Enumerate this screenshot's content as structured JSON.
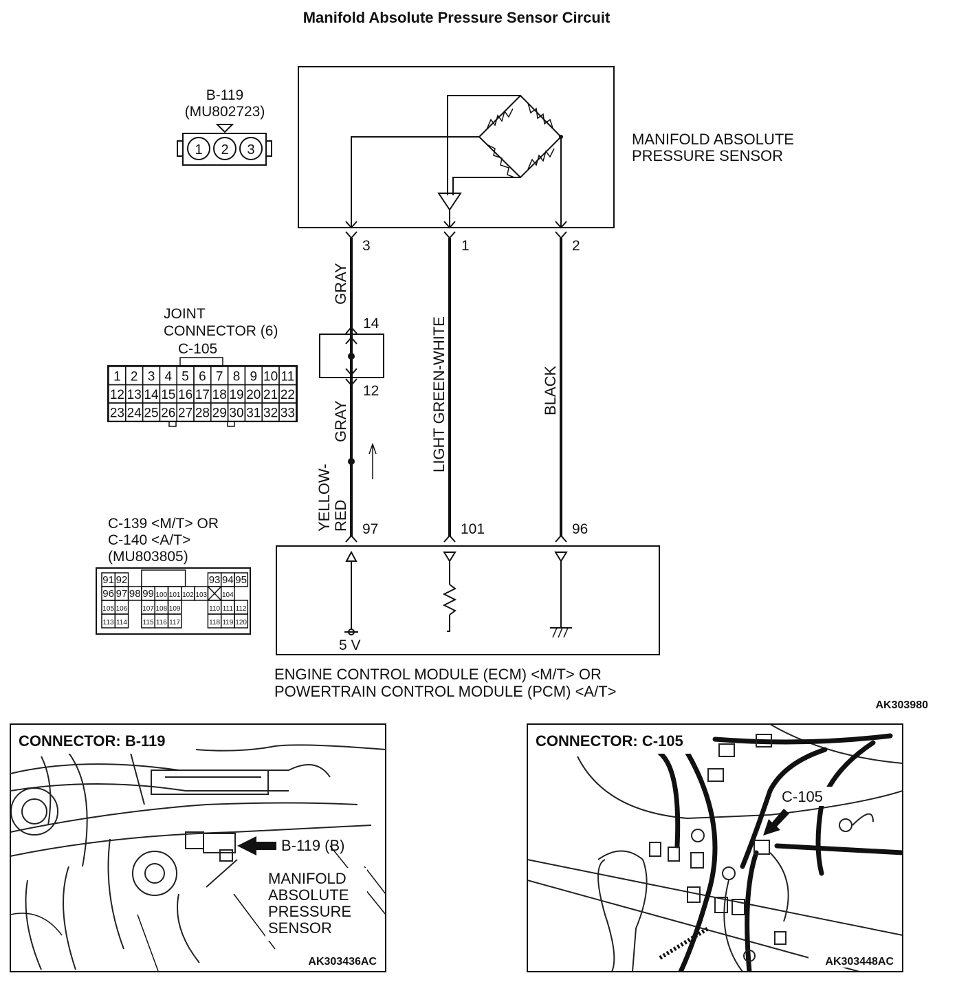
{
  "title": "Manifold Absolute Pressure Sensor Circuit",
  "sensor": {
    "connector_id": "B-119",
    "part_no": "(MU802723)",
    "pins": [
      "1",
      "2",
      "3"
    ],
    "label_line1": "MANIFOLD ABSOLUTE",
    "label_line2": "PRESSURE SENSOR",
    "terminals": [
      "3",
      "1",
      "2"
    ]
  },
  "joint_connector": {
    "line1": "JOINT",
    "line2": "CONNECTOR (6)",
    "id": "C-105",
    "rows": [
      [
        "1",
        "2",
        "3",
        "4",
        "5",
        "6",
        "7",
        "8",
        "9",
        "10",
        "11"
      ],
      [
        "12",
        "13",
        "14",
        "15",
        "16",
        "17",
        "18",
        "19",
        "20",
        "21",
        "22"
      ],
      [
        "23",
        "24",
        "25",
        "26",
        "27",
        "28",
        "29",
        "30",
        "31",
        "32",
        "33"
      ]
    ],
    "pin_top": "14",
    "pin_bottom": "12"
  },
  "wires": {
    "gray_upper": "GRAY",
    "gray_lower": "GRAY",
    "light_green_white": "LIGHT GREEN-WHITE",
    "black": "BLACK",
    "yellow": "YELLOW-",
    "red": "RED"
  },
  "ecm_connector": {
    "line1": "C-139 <M/T> OR",
    "line2": "C-140 <A/T>",
    "line3": "(MU803805)",
    "row1": [
      "91",
      "92",
      "93",
      "94",
      "95"
    ],
    "row2": [
      "96",
      "97",
      "98",
      "99",
      "100",
      "101",
      "102",
      "103",
      "104"
    ],
    "row3": [
      "105",
      "106",
      "107",
      "108",
      "109",
      "110",
      "111",
      "112"
    ],
    "row4": [
      "113",
      "114",
      "115",
      "116",
      "117",
      "118",
      "119",
      "120"
    ]
  },
  "ecm": {
    "terminals": [
      "97",
      "101",
      "96"
    ],
    "supply": "5 V",
    "label_line1": "ENGINE CONTROL MODULE (ECM) <M/T> OR",
    "label_line2": "POWERTRAIN CONTROL MODULE (PCM) <A/T>"
  },
  "diagram_code": "AK303980",
  "photo_left": {
    "heading": "CONNECTOR: B-119",
    "callout": "B-119 (B)",
    "label1": "MANIFOLD",
    "label2": "ABSOLUTE",
    "label3": "PRESSURE",
    "label4": "SENSOR",
    "code": "AK303436AC"
  },
  "photo_right": {
    "heading": "CONNECTOR: C-105",
    "callout": "C-105",
    "code": "AK303448AC"
  }
}
